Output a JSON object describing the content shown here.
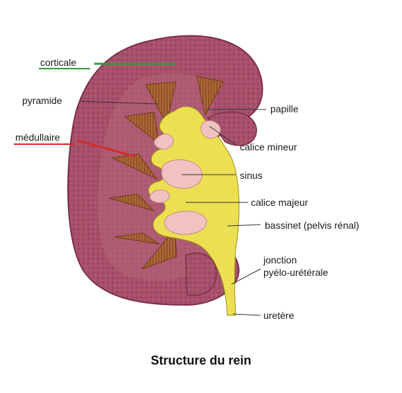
{
  "figure": {
    "caption": "Structure du rein",
    "labels": {
      "corticale": "corticale",
      "pyramide": "pyramide",
      "medullaire": "médullaire",
      "papille": "papille",
      "calice_mineur": "calice mineur",
      "sinus": "sinus",
      "calice_majeur": "calice majeur",
      "bassinet": "bassinet (pelvis rénal)",
      "jonction_line1": "jonction",
      "jonction_line2": "pyélo-urétérale",
      "uretere": "uretère"
    },
    "highlight_colors": {
      "corticale": "#2e9e3a",
      "medullaire": "#d42a2a"
    },
    "tissue_colors": {
      "cortex": "#a8506b",
      "cortex_edge": "#7a2f47",
      "pyramid": "#b06a3a",
      "pelvis": "#ecdf52",
      "sinus_fat": "#f1c2c2"
    }
  }
}
